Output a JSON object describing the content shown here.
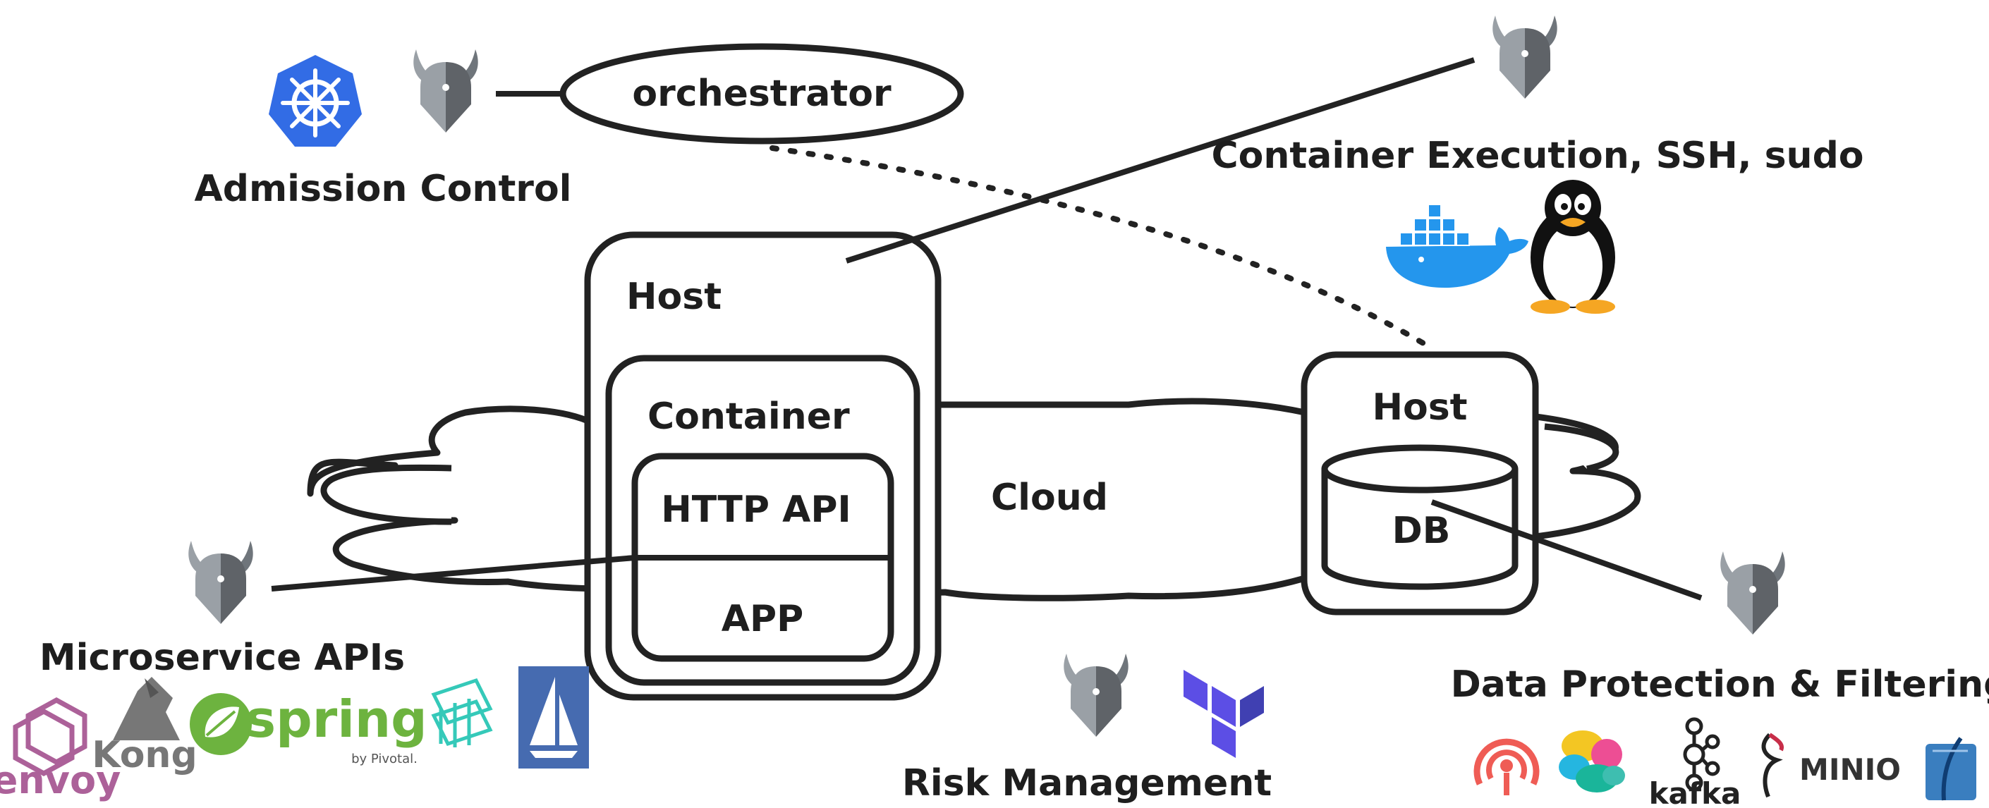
{
  "labels": {
    "orchestrator": "orchestrator",
    "admission_control": "Admission Control",
    "container_execution": "Container Execution, SSH, sudo",
    "host_main": "Host",
    "container": "Container",
    "http_api": "HTTP API",
    "app": "APP",
    "cloud": "Cloud",
    "host_db": "Host",
    "db": "DB",
    "microservice_apis": "Microservice APIs",
    "risk_management": "Risk Management",
    "data_protection": "Data Protection & Filtering"
  },
  "logos": {
    "envoy": "envoy",
    "kong": "Kong",
    "spring": "spring",
    "pivotal": "by Pivotal.",
    "kafka": "kafka",
    "minio": "MINIO"
  },
  "icons": [
    "kubernetes-icon",
    "opa-icon",
    "docker-icon",
    "linux-tux-icon",
    "envoy-icon",
    "kong-icon",
    "spring-icon",
    "linkerd-icon",
    "istio-icon",
    "terraform-icon",
    "ceph-icon",
    "elastic-icon",
    "kafka-icon",
    "minio-icon",
    "sqlite-icon"
  ],
  "colors": {
    "stroke": "#222222",
    "opa_light": "#9aa0a6",
    "opa_dark": "#5f6368",
    "kubernetes": "#326ce5",
    "docker": "#2496ed",
    "terraform": "#5c4ee5",
    "spring": "#6db33f",
    "envoy": "#ac6199",
    "istio": "#466bb0"
  }
}
